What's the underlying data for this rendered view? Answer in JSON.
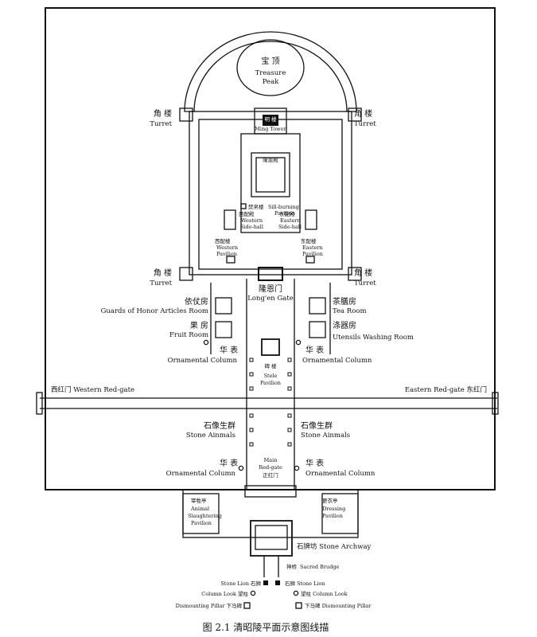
{
  "labels": {
    "treasure_zh": "宝 顶",
    "treasure_en1": "Treasure",
    "treasure_en2": "Peak",
    "turret_zh": "角 楼",
    "turret_en": "Turret",
    "ming_zh": "明 楼",
    "ming_en": "Ming Tower",
    "longen_hall": "隆恩殿",
    "burning_zh": "焚帛楼",
    "burning_en1": "Sill-burning",
    "burning_en2": "Pavilion",
    "wside_zh": "西配殿",
    "wside_en1": "Western",
    "wside_en2": "Side-hall",
    "eside_zh": "东配殿",
    "eside_en1": "Eastern",
    "eside_en2": "Side-hall",
    "wpav_zh": "西配楼",
    "wpav_en1": "Western",
    "wpav_en2": "Pavilion",
    "epav_zh": "东配楼",
    "epav_en1": "Eastern",
    "epav_en2": "Pavilion",
    "longen_gate_zh": "隆恩门",
    "longen_gate_en": "Long'en Gate",
    "guards_zh": "依仗房",
    "guards_en": "Guards of Honor Articles Room",
    "fruit_zh": "果 房",
    "fruit_en": "Fruit Room",
    "tea_zh": "茶膳房",
    "tea_en": "Tea Room",
    "utensils_zh": "涤器房",
    "utensils_en": "Utensils Washing Room",
    "column_zh": "华 表",
    "column_en": "Ornamental Column",
    "stele_zh": "碑 楼",
    "stele_en1": "Stele",
    "stele_en2": "Pavilion",
    "west_gate": "西红门  Western Red-gate",
    "east_gate": "Eastern Red-gate  东红门",
    "animals_zh": "石像生群",
    "animals_en": "Stone Ainmals",
    "main_gate_en1": "Main",
    "main_gate_en2": "Red-gate",
    "main_gate_zh": "正红门",
    "slaughter_zh": "宰牲亭",
    "slaughter_en1": "Animal",
    "slaughter_en2": "Slaughtering",
    "slaughter_en3": "Pavilion",
    "dressing_zh": "更衣亭",
    "dressing_en1": "Dressing",
    "dressing_en2": "Pavilion",
    "archway": "石牌坊  Stone Archway",
    "bridge_zh": "神桥",
    "bridge_en": "Sacred Brudge",
    "lion_left": "Stone Lion  石狮",
    "lion_right": "石狮  Stone Lion",
    "look_left": "Column Look  望柱",
    "look_right": "望柱  Column Look",
    "pillar_left": "Dismounting Pillar  下马碑",
    "pillar_right": "下马碑  Dismounting Pillar",
    "caption": "图 2.1  清昭陵平面示意图线描"
  }
}
